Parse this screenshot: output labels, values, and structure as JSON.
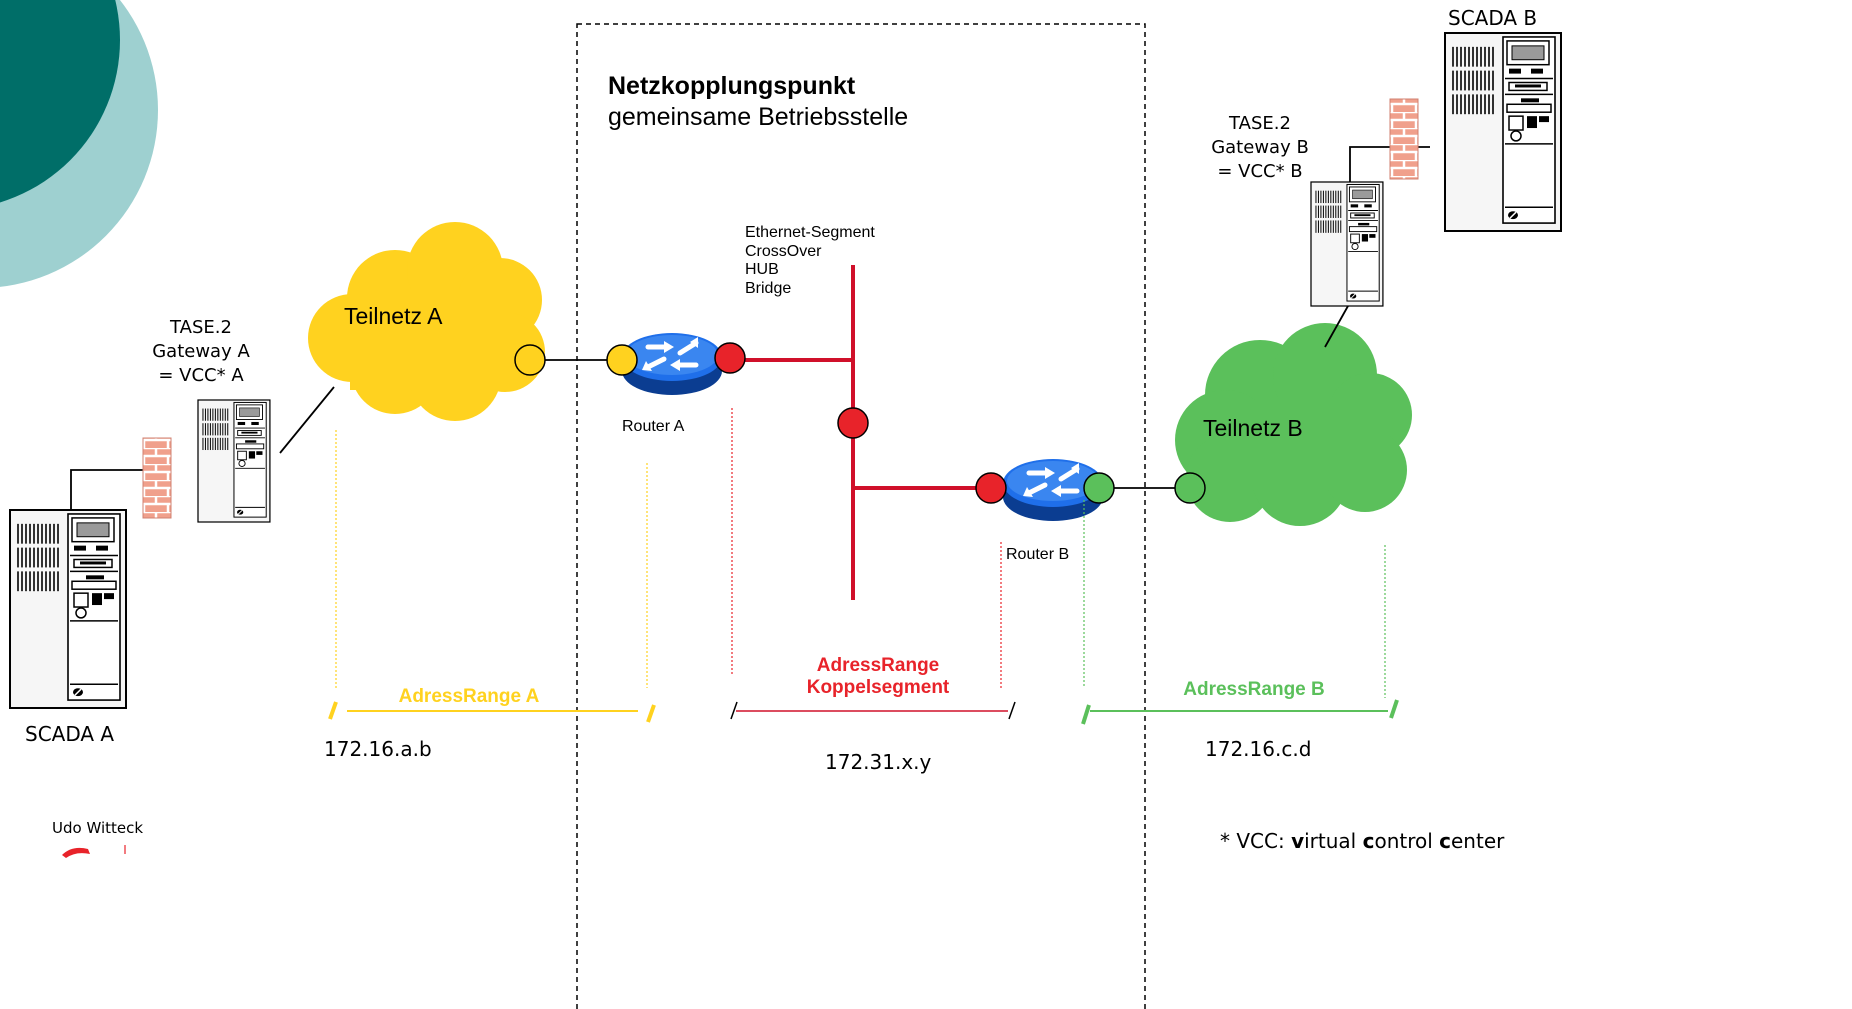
{
  "title": {
    "bold": "Netzkopplungspunkt",
    "sub": "gemeinsame Betriebsstelle"
  },
  "ethernet": {
    "l1": "Ethernet-Segment",
    "l2": "CrossOver",
    "l3": "HUB",
    "l4": "Bridge"
  },
  "nets": {
    "a": "Teilnetz A",
    "b": "Teilnetz B"
  },
  "routers": {
    "a": "Router A",
    "b": "Router B"
  },
  "gateway_a": {
    "l1": "TASE.2",
    "l2": "Gateway A",
    "l3": "= VCC* A"
  },
  "gateway_b": {
    "l1": "TASE.2",
    "l2": "Gateway B",
    "l3": "= VCC* B"
  },
  "scada": {
    "a": "SCADA A",
    "b": "SCADA B"
  },
  "ranges": {
    "a": {
      "label": "AdressRange A",
      "ip": "172.16.a.b"
    },
    "k": {
      "label1": "AdressRange",
      "label2": "Koppelsegment",
      "ip": "172.31.x.y"
    },
    "b": {
      "label": "AdressRange B",
      "ip": "172.16.c.d"
    }
  },
  "author": "Udo Witteck",
  "footnote": {
    "prefix": "* VCC: ",
    "w1b": "v",
    "w1": "irtual ",
    "w2b": "c",
    "w2": "ontrol ",
    "w3b": "c",
    "w3": "enter"
  },
  "colors": {
    "yellow": "#FFD21F",
    "green": "#5BC05B",
    "red": "#E8232A",
    "router_blue": "#1F6FEA",
    "teal_dark": "#006E68",
    "teal_light": "#9ED0D0"
  }
}
